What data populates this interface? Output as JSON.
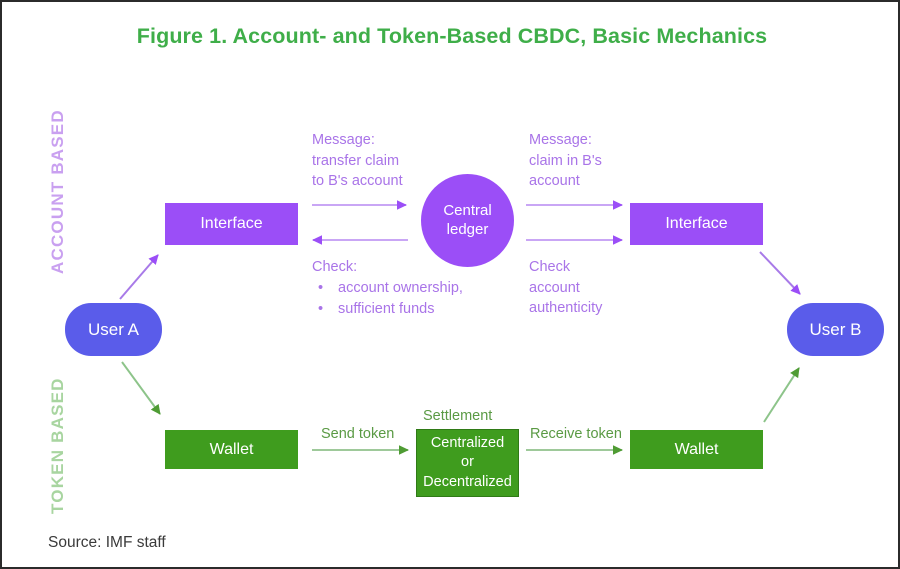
{
  "figure": {
    "title": "Figure 1. Account- and Token-Based CBDC, Basic Mechanics",
    "source": "Source: IMF staff",
    "title_color": "#3fae49",
    "border_color": "#2b2b2b"
  },
  "side_labels": {
    "account_based": "ACCOUNT BASED",
    "account_based_color": "#c9a0f0",
    "token_based": "TOKEN BASED",
    "token_based_color": "#a8d5a0"
  },
  "account_layer": {
    "interface_left": "Interface",
    "interface_right": "Interface",
    "central_ledger_line1": "Central",
    "central_ledger_line2": "ledger",
    "node_color": "#9b4ef7",
    "message_left": "Message:\ntransfer claim\nto B's account",
    "message_right": "Message:\nclaim in B's\naccount",
    "check_left_heading": "Check:",
    "check_left_bullets": [
      "account ownership,",
      "sufficient funds"
    ],
    "check_right": "Check\naccount\nauthenticity",
    "annotation_color": "#a974e8"
  },
  "token_layer": {
    "wallet_left": "Wallet",
    "wallet_right": "Wallet",
    "settlement_label": "Settlement",
    "settlement_line1": "Centralized",
    "settlement_line2": "or",
    "settlement_line3": "Decentralized",
    "send_token": "Send token",
    "receive_token": "Receive token",
    "node_color": "#3f9c1e",
    "annotation_color": "#5a9a44"
  },
  "users": {
    "user_a": "User A",
    "user_b": "User B",
    "color": "#5a5cea"
  }
}
